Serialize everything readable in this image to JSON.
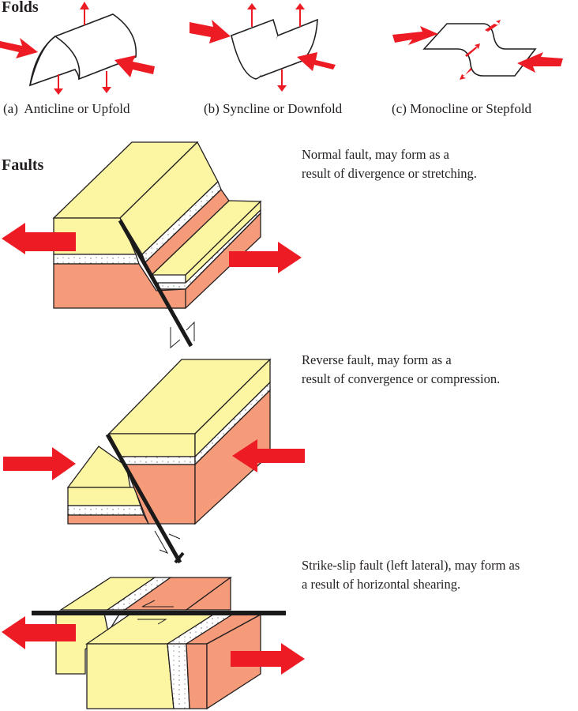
{
  "folds": {
    "heading": "Folds",
    "items": [
      {
        "caption": "(a)  Anticline or Upfold"
      },
      {
        "caption": "(b) Syncline or Downfold"
      },
      {
        "caption": "(c) Monocline or Stepfold"
      }
    ]
  },
  "faults": {
    "heading": "Faults",
    "items": [
      {
        "line1": "Normal fault, may form as a",
        "line2": "result of divergence or stretching."
      },
      {
        "line1": "Reverse fault, may form as a",
        "line2": "result of convergence or compression."
      },
      {
        "line1": "Strike-slip fault (left lateral), may form as",
        "line2": "a result of horizontal shearing."
      }
    ]
  },
  "colors": {
    "arrow": "#ed1c24",
    "sandstone": "#fcf6a3",
    "shale": "#f59b7a",
    "white_layer": "#ffffff",
    "fault_line": "#1a1a1a"
  }
}
